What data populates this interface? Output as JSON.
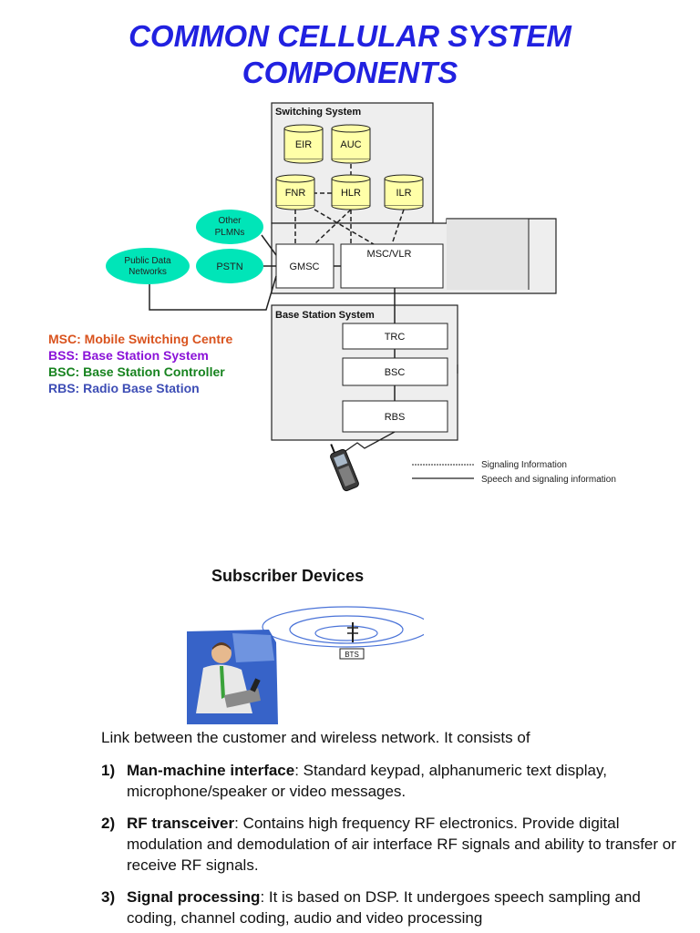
{
  "title": {
    "line1": "COMMON CELLULAR SYSTEM",
    "line2": "COMPONENTS"
  },
  "colors": {
    "title": "#2121e0",
    "node_fill": "#00e5b8",
    "db_fill": "#ffffa8",
    "box_fill": "#eeeeee"
  },
  "diagram": {
    "switching_system_label": "Switching System",
    "base_station_system_label": "Base Station System",
    "databases": [
      "EIR",
      "AUC",
      "FNR",
      "HLR",
      "ILR"
    ],
    "nodes": {
      "other_plmns": [
        "Other",
        "PLMNs"
      ],
      "public_data_networks": [
        "Public Data",
        "Networks"
      ],
      "pstn": "PSTN"
    },
    "boxes": {
      "gmsc": "GMSC",
      "msc_vlr": "MSC/VLR",
      "trc": "TRC",
      "bsc": "BSC",
      "rbs": "RBS"
    },
    "line_legend": {
      "dashed": "Signaling Information",
      "solid": "Speech and signaling information"
    },
    "mobile_icon": "mobile-phone-icon"
  },
  "legend": [
    {
      "text": "MSC: Mobile Switching Centre",
      "color": "#d9531e"
    },
    {
      "text": "BSS: Base Station System",
      "color": "#8a12d8"
    },
    {
      "text": "BSC: Base Station Controller",
      "color": "#17831f"
    },
    {
      "text": "RBS: Radio Base Station",
      "color": "#3d4db5"
    }
  ],
  "subscriber": {
    "heading": "Subscriber Devices",
    "bts_label": "BTS",
    "intro": "Link between the customer and wireless network. It consists of",
    "items": [
      {
        "num": "1)",
        "term": "Man-machine interface",
        "desc": ": Standard keypad, alphanumeric text display, microphone/speaker or video messages."
      },
      {
        "num": "2)",
        "term": "RF transceiver",
        "desc": ": Contains high frequency RF electronics. Provide digital modulation and demodulation of air interface RF signals and ability to transfer or receive RF signals."
      },
      {
        "num": "3)",
        "term": "Signal processing",
        "desc": ": It is based on DSP. It undergoes speech sampling and coding, channel coding, audio and video processing"
      }
    ]
  }
}
